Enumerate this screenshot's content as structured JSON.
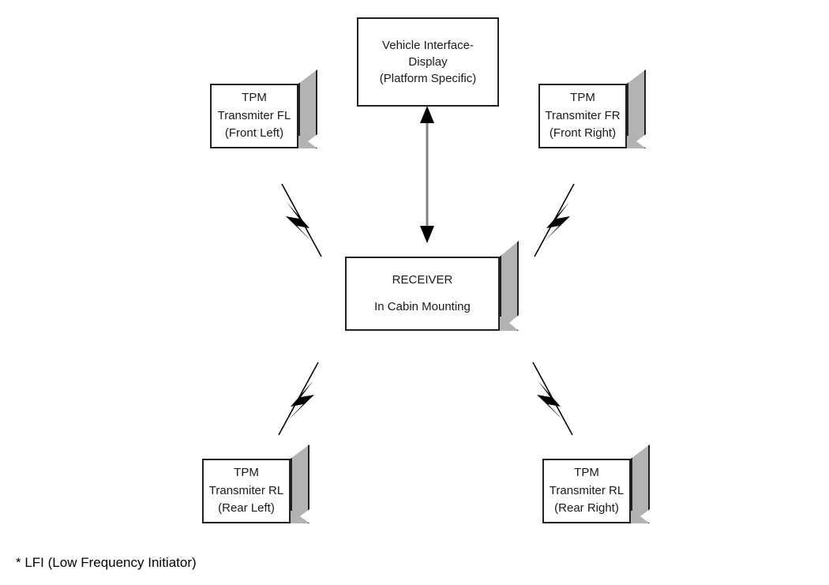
{
  "diagram": {
    "title_footnote": "* LFI (Low Frequency Initiator)",
    "nodes": {
      "display": {
        "line1": "Vehicle Interface-",
        "line2": "Display",
        "line3": "(Platform Specific)"
      },
      "receiver": {
        "line1": "RECEIVER",
        "line2": "In Cabin Mounting"
      },
      "tpm_fl": {
        "line1": "TPM",
        "line2": "Transmiter FL",
        "line3": "(Front Left)"
      },
      "tpm_fr": {
        "line1": "TPM",
        "line2": "Transmiter FR",
        "line3": "(Front Right)"
      },
      "tpm_rl": {
        "line1": "TPM",
        "line2": "Transmiter RL",
        "line3": "(Rear Left)"
      },
      "tpm_rr": {
        "line1": "TPM",
        "line2": "Transmiter RL",
        "line3": "(Rear Right)"
      }
    },
    "connectors": {
      "display_receiver": "double-headed-vertical-arrow",
      "rf_links": [
        "rf-link-front-left",
        "rf-link-front-right",
        "rf-link-rear-left",
        "rf-link-rear-right"
      ]
    },
    "colors": {
      "stroke": "#231f20",
      "box_face": "#ffffff",
      "box_shade": "#b3b3b3",
      "arrow_shaft": "#808080",
      "background": "#ffffff",
      "text": "#1a1a1a"
    }
  }
}
